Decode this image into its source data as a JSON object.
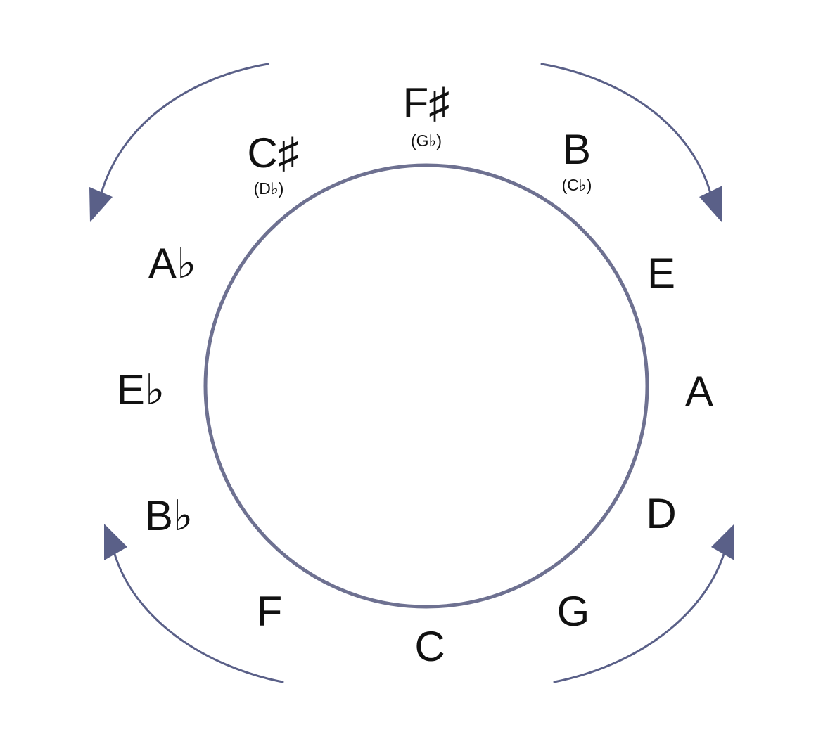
{
  "circle": {
    "stroke_color": "#6e7191"
  },
  "arrows": {
    "color": "#5a6088",
    "items": [
      {
        "name": "arrow-top-left",
        "direction": "counterclockwise"
      },
      {
        "name": "arrow-top-right",
        "direction": "clockwise"
      },
      {
        "name": "arrow-bottom-left",
        "direction": "clockwise"
      },
      {
        "name": "arrow-bottom-right",
        "direction": "counterclockwise"
      }
    ]
  },
  "notes": [
    {
      "id": "c",
      "label": "C"
    },
    {
      "id": "g",
      "label": "G"
    },
    {
      "id": "d",
      "label": "D"
    },
    {
      "id": "a",
      "label": "A"
    },
    {
      "id": "e",
      "label": "E"
    },
    {
      "id": "b",
      "label": "B",
      "alt": "(C♭)"
    },
    {
      "id": "fsharp",
      "label": "F♯",
      "alt": "(G♭)"
    },
    {
      "id": "csharp",
      "label": "C♯",
      "alt": "(D♭)"
    },
    {
      "id": "aflat",
      "label": "A♭"
    },
    {
      "id": "eflat",
      "label": "E♭"
    },
    {
      "id": "bflat",
      "label": "B♭"
    },
    {
      "id": "f",
      "label": "F"
    }
  ]
}
